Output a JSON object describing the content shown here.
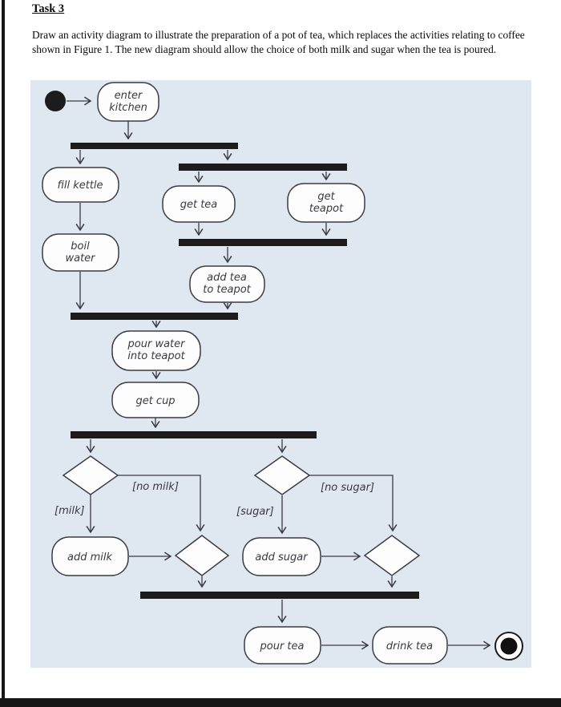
{
  "document": {
    "title": "Task 3",
    "paragraph": "Draw an activity diagram to illustrate the preparation of a pot of tea, which replaces the activities relating to coffee shown in Figure 1. The new diagram should allow the choice of both milk and sugar when the tea is poured."
  },
  "diagram": {
    "type": "uml-activity-diagram",
    "colors": {
      "background": "#dfe7f0",
      "sync_bar": "#1c1c1c",
      "node_fill": "#fdfdfe",
      "node_stroke": "#3b3b44",
      "text": "#393941",
      "page_rule": "#161616"
    },
    "nodes": {
      "enter_kitchen": {
        "lines": [
          "enter",
          "kitchen"
        ]
      },
      "fill_kettle": {
        "lines": [
          "fill kettle"
        ]
      },
      "get_tea": {
        "lines": [
          "get tea"
        ]
      },
      "get_teapot": {
        "lines": [
          "get",
          "teapot"
        ]
      },
      "boil_water": {
        "lines": [
          "boil",
          "water"
        ]
      },
      "add_tea_to_teapot": {
        "lines": [
          "add tea",
          "to teapot"
        ]
      },
      "pour_water_into_teapot": {
        "lines": [
          "pour water",
          "into teapot"
        ]
      },
      "get_cup": {
        "lines": [
          "get cup"
        ]
      },
      "add_milk": {
        "lines": [
          "add milk"
        ]
      },
      "add_sugar": {
        "lines": [
          "add sugar"
        ]
      },
      "pour_tea": {
        "lines": [
          "pour tea"
        ]
      },
      "drink_tea": {
        "lines": [
          "drink tea"
        ]
      }
    },
    "guards": {
      "milk": "[milk]",
      "no_milk": "[no milk]",
      "sugar": "[sugar]",
      "no_sugar": "[no sugar]"
    }
  }
}
